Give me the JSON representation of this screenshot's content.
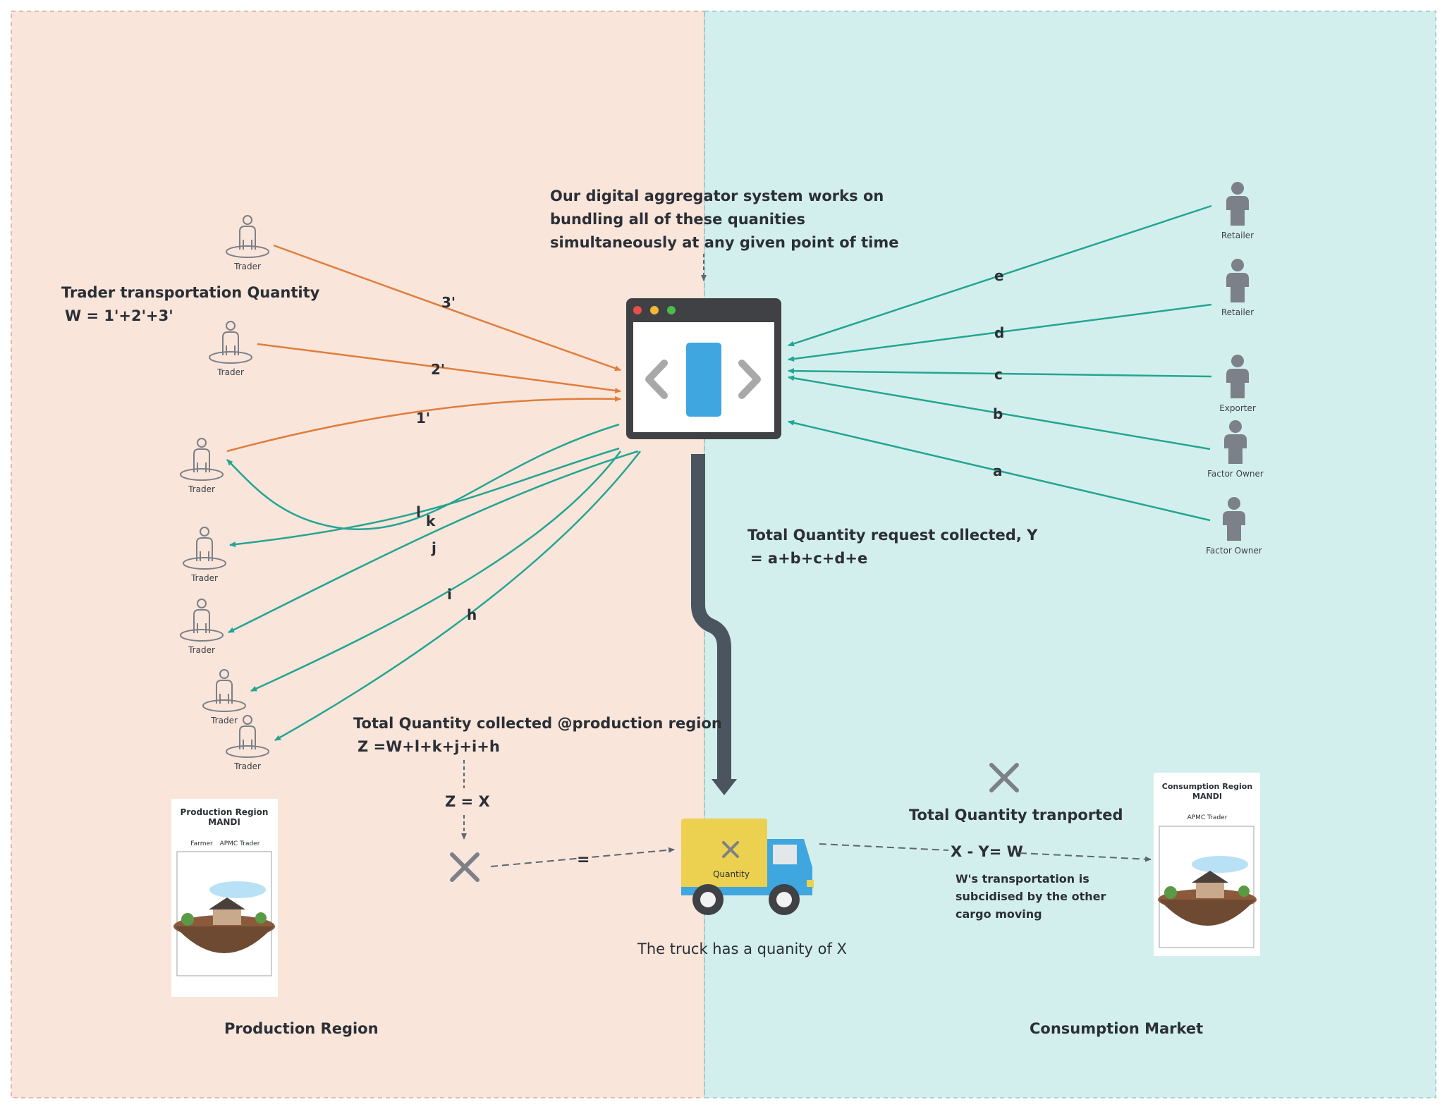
{
  "regions": {
    "production": {
      "title": "Production Region",
      "bg": "#f9e5da"
    },
    "consumption": {
      "title": "Consumption  Market",
      "bg": "#d3efed"
    }
  },
  "colors": {
    "orange": "#e07d3c",
    "teal": "#23a592",
    "dark": "#4a5560",
    "grey": "#7c8088"
  },
  "aggregator_note": [
    "Our digital aggregator system works on",
    "bundling all of these quanities",
    "simultaneously at any given point of time"
  ],
  "trader_qty": {
    "title": "Trader transportation Quantity",
    "formula": "W = 1'+2'+3'"
  },
  "total_request": {
    "line1": "Total Quantity request collected, Y",
    "line2": "= a+b+c+d+e"
  },
  "total_production": {
    "line1": "Total Quantity collected @production region",
    "line2": "Z =W+l+k+j+i+h"
  },
  "z_equals_x": "Z = X",
  "equals_sign": "=",
  "total_transported": "Total Quantity tranported",
  "x_minus_y": "X - Y= W",
  "subsidy_note": [
    "W's transportation is",
    "subcidised by the other",
    "cargo moving"
  ],
  "truck": {
    "caption": "The truck has a quanity of X",
    "label": "Quantity"
  },
  "traders": [
    {
      "label": "Trader"
    },
    {
      "label": "Trader"
    },
    {
      "label": "Trader"
    },
    {
      "label": "Trader"
    },
    {
      "label": "Trader"
    },
    {
      "label": "Trader"
    },
    {
      "label": "Trader"
    }
  ],
  "buyers": [
    {
      "label": "Retailer"
    },
    {
      "label": "Retailer"
    },
    {
      "label": "Exporter"
    },
    {
      "label": "Factor Owner"
    },
    {
      "label": "Factor Owner"
    }
  ],
  "edge_labels": {
    "orange": [
      "3'",
      "2'",
      "1'"
    ],
    "teal_in": [
      "e",
      "d",
      "c",
      "b",
      "a"
    ],
    "teal_out": [
      "l",
      "k",
      "j",
      "i",
      "h"
    ]
  },
  "mandi_production": {
    "title1": "Production Region",
    "title2": "MANDI",
    "sub1": "Farmer",
    "sub2": "APMC Trader"
  },
  "mandi_consumption": {
    "title1": "Consumption Region",
    "title2": "MANDI",
    "sub1": "APMC Trader"
  }
}
